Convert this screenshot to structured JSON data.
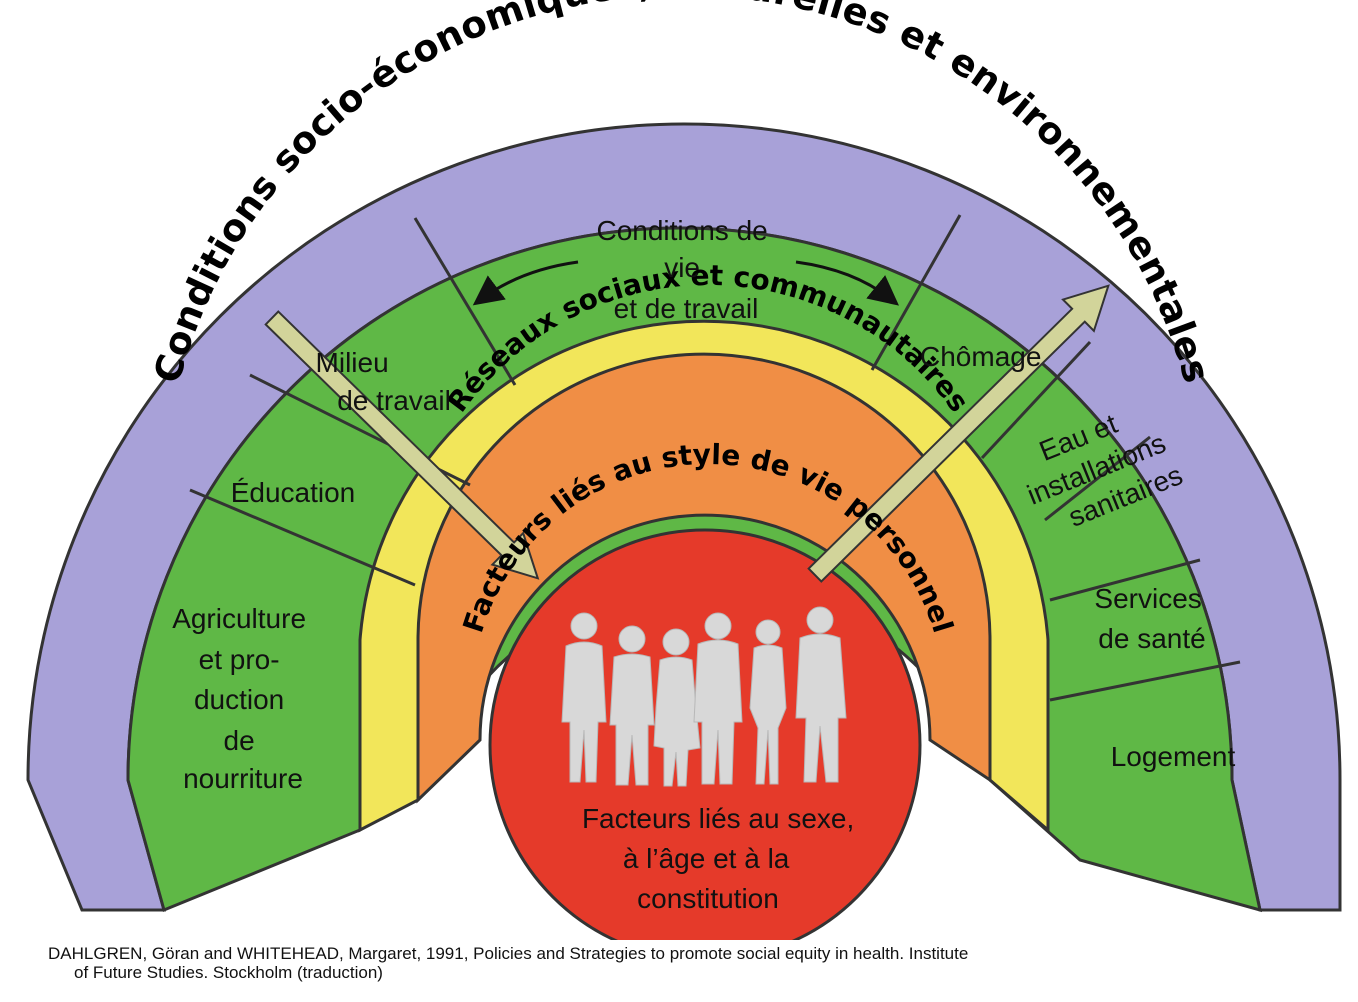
{
  "outer_ring": {
    "label": "Conditions socio-économiques, culturelles et environnementales"
  },
  "living_conditions": {
    "header": [
      "Conditions de",
      "vie",
      "et de travail"
    ],
    "segments": {
      "agriculture": [
        "Agriculture",
        "et pro-",
        "duction",
        "de",
        "nourriture"
      ],
      "education": [
        "Éducation"
      ],
      "work": [
        "Milieu",
        "de travail"
      ],
      "unemployment": [
        "Chômage"
      ],
      "water": [
        "Eau et",
        "installations",
        "sanitaires"
      ],
      "health": [
        "Services",
        "de santé"
      ],
      "housing": [
        "Logement"
      ]
    }
  },
  "social_ring": {
    "label": "Réseaux sociaux et communautaires"
  },
  "lifestyle_ring": {
    "label": "Facteurs liés au style de vie personnel"
  },
  "core": {
    "label": [
      "Facteurs liés au sexe,",
      "à l’âge et à la",
      "constitution"
    ]
  },
  "citation": {
    "line1": "DAHLGREN, Göran and WHITEHEAD, Margaret, 1991, Policies and Strategies to promote social equity in health. Institute",
    "line2": "of Future Studies. Stockholm (traduction)"
  },
  "colors": {
    "outer": "#a8a1d8",
    "green": "#5fb846",
    "yellow": "#f2e65a",
    "orange": "#f08e45",
    "core": "#e53a2a",
    "arrow": "#d2d49a",
    "person": "#d8d8d8"
  }
}
